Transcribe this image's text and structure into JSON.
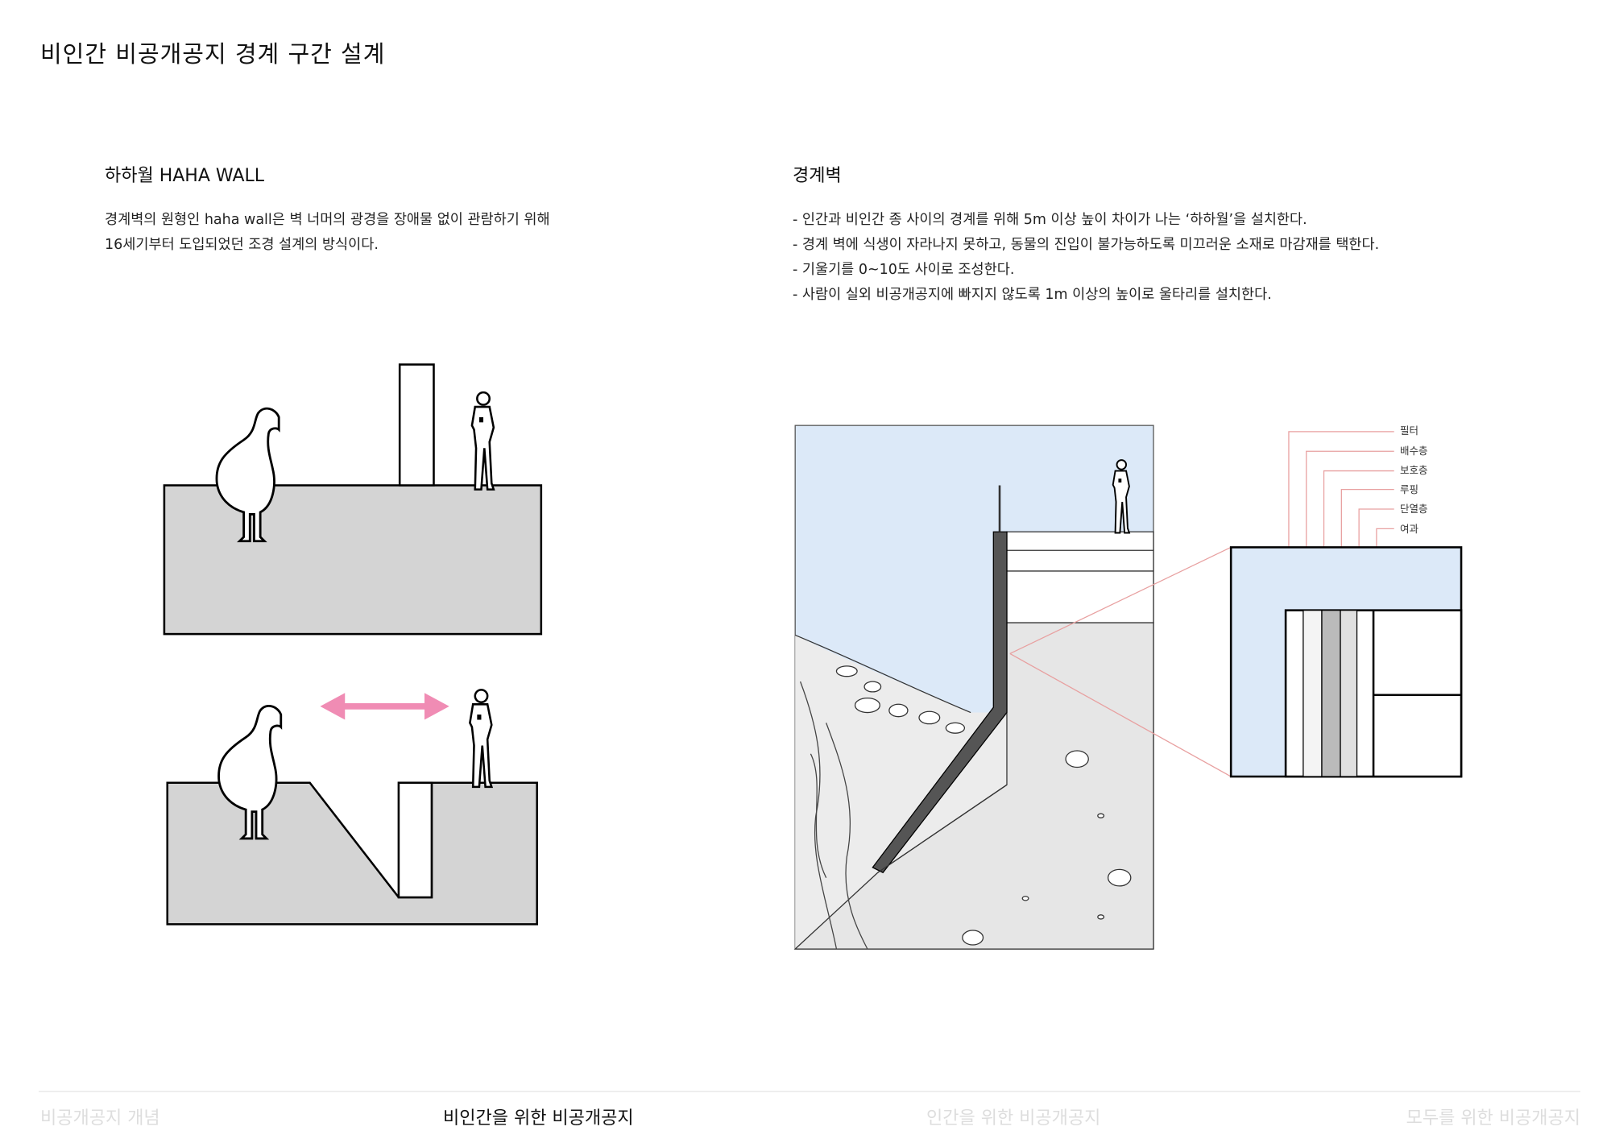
{
  "page_title": "비인간 비공개공지 경계 구간 설계",
  "left": {
    "heading": "하하월 HAHA WALL",
    "paragraph": [
      "경계벽의 원형인 haha wall은 벽 너머의 광경을 장애물 없이 관람하기 위해",
      "16세기부터 도입되었던 조경 설계의 방식이다."
    ]
  },
  "right": {
    "heading": "경계벽",
    "bullets": [
      "- 인간과 비인간 종 사이의 경계를 위해 5m 이상 높이 차이가 나는 ‘하하월’을 설치한다.",
      "- 경계 벽에 식생이 자라나지 못하고, 동물의 진입이 불가능하도록 미끄러운 소재로 마감재를 택한다.",
      "- 기울기를 0~10도 사이로 조성한다.",
      "- 사람이 실외 비공개공지에 빠지지 않도록 1m 이상의 높이로 울타리를 설치한다."
    ],
    "layer_labels": [
      "필터",
      "배수층",
      "보호층",
      "루핑",
      "단열층",
      "여과"
    ]
  },
  "colors": {
    "sky": "#dce9f8",
    "ground": "#d4d4d4",
    "arrow": "#f08cb4",
    "leader": "#e8a0a0"
  },
  "nav": {
    "items": [
      "비공개공지 개념",
      "비인간을 위한 비공개공지",
      "인간을 위한 비공개공지",
      "모두를 위한 비공개공지"
    ],
    "active": 1
  }
}
